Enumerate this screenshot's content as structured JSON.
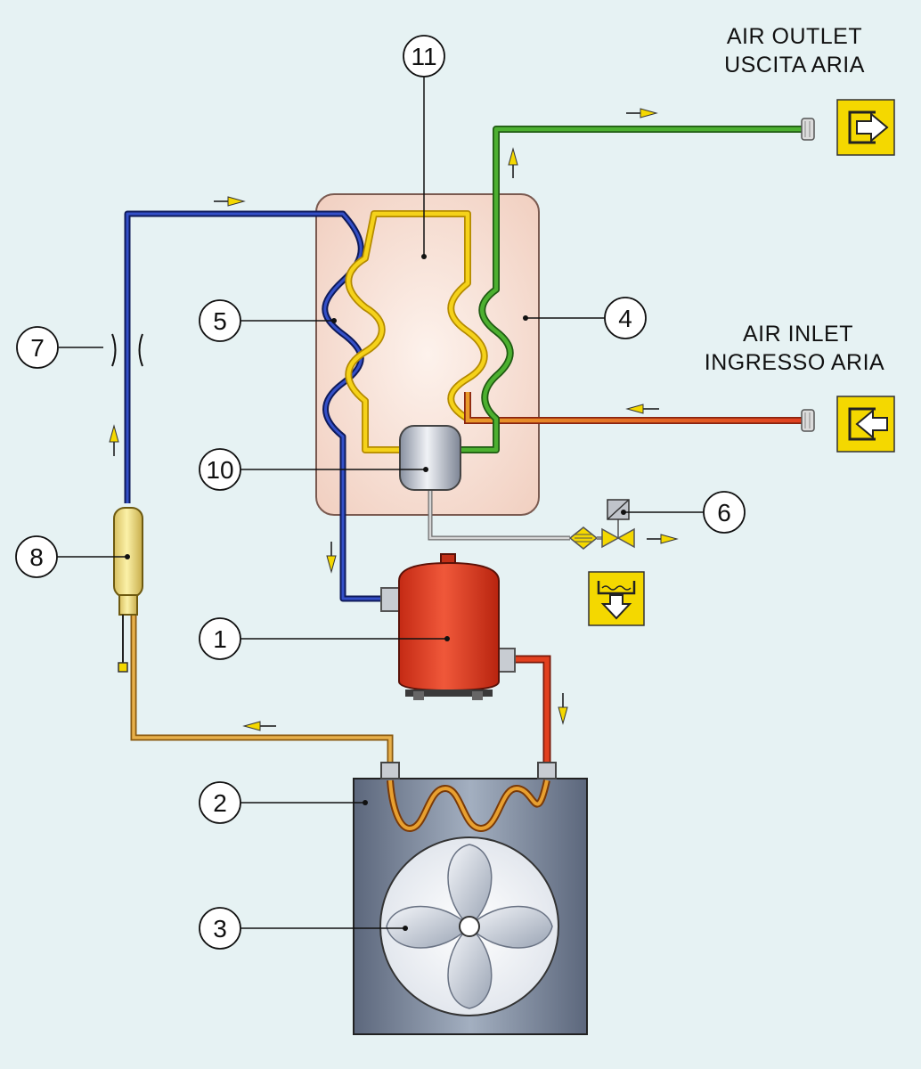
{
  "labels": {
    "air_outlet_en": "AIR OUTLET",
    "air_outlet_it": "USCITA ARIA",
    "air_inlet_en": "AIR INLET",
    "air_inlet_it": "INGRESSO ARIA"
  },
  "callouts": [
    {
      "id": "1",
      "text": "1"
    },
    {
      "id": "2",
      "text": "2"
    },
    {
      "id": "3",
      "text": "3"
    },
    {
      "id": "4",
      "text": "4"
    },
    {
      "id": "5",
      "text": "5"
    },
    {
      "id": "6",
      "text": "6"
    },
    {
      "id": "7",
      "text": "7"
    },
    {
      "id": "8",
      "text": "8"
    },
    {
      "id": "10",
      "text": "10"
    },
    {
      "id": "11",
      "text": "11"
    }
  ],
  "colors": {
    "background": "#e6f2f3",
    "refrigerant_cold": "#1e2f8a",
    "refrigerant_hot": "#d93a1e",
    "liquid_line": "#e0a040",
    "air_out": "#3d9a2a",
    "air_in": "#e04020",
    "exchanger_panel": "#f6ddd2",
    "compressor": "#e23a22",
    "condenser": "#7a879a",
    "symbol_yellow": "#f4d800"
  }
}
